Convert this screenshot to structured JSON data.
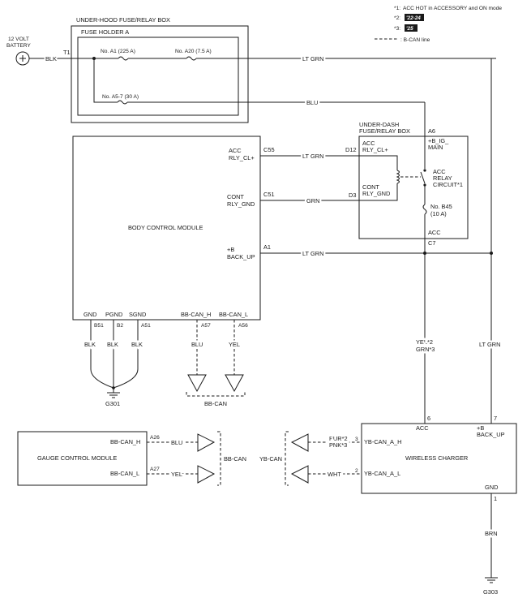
{
  "legend": {
    "note1_key": "*1:",
    "note1_text": "ACC HOT in ACCESSORY and ON mode",
    "note2_key": "*2:",
    "note2_badge": "'22-24",
    "note3_key": "*3:",
    "note3_badge": "'25",
    "dashed_text": ": B-CAN line"
  },
  "battery": {
    "line1": "12 VOLT",
    "line2": "BATTERY",
    "wire": "BLK",
    "terminal": "T1"
  },
  "underhood_box": {
    "title": "UNDER-HOOD FUSE/RELAY BOX",
    "holder": "FUSE HOLDER A",
    "fuse_a1": "No. A1 (225 A)",
    "fuse_a20": "No. A20 (7.5 A)",
    "fuse_a57": "No. A5-7 (30 A)"
  },
  "wires_top": {
    "ltgrn": "LT GRN",
    "blu": "BLU"
  },
  "bcm": {
    "title": "BODY CONTROL MODULE",
    "acc_pin": "ACC",
    "acc_pin2": "RLY_CL+",
    "acc_conn": "C55",
    "acc_wire": "LT GRN",
    "cont_pin": "CONT",
    "cont_pin2": "RLY_GND",
    "cont_conn": "C51",
    "cont_wire": "GRN",
    "backup_pin": "+B",
    "backup_pin2": "BACK_UP",
    "backup_conn": "A1",
    "backup_wire": "LT GRN",
    "gnd": "GND",
    "pgnd": "PGND",
    "sgnd": "SGND",
    "can_h": "BB-CAN_H",
    "can_l": "BB-CAN_L",
    "b51": "B51",
    "b2": "B2",
    "a51": "A51",
    "a57": "A57",
    "a56": "A56",
    "gnd_wire1": "BLK",
    "gnd_wire2": "BLK",
    "gnd_wire3": "BLK",
    "can_wire_h": "BLU",
    "can_wire_l": "YEL",
    "ground": "G301",
    "bbcan": "BB-CAN"
  },
  "underdash_box": {
    "title1": "UNDER-DASH",
    "title2": "FUSE/RELAY BOX",
    "a6": "A6",
    "big_main1": "+B_IG_",
    "big_main2": "MAIN",
    "acc_rly_cl1": "ACC",
    "acc_rly_cl2": "RLY_CL+",
    "d12": "D12",
    "cont_rly1": "CONT",
    "cont_rly2": "RLY_GND",
    "d3": "D3",
    "relay1": "ACC",
    "relay2": "RELAY",
    "relay3": "CIRCUIT*1",
    "fuse_b45_1": "No. B45",
    "fuse_b45_2": "(10 A)",
    "acc_label": "ACC",
    "c7": "C7"
  },
  "charger_wires": {
    "yel": "YEL*2",
    "grn": "GRN*3",
    "ltgrn": "LT GRN"
  },
  "gauge": {
    "title": "GAUGE CONTROL MODULE",
    "can_h": "BB-CAN_H",
    "can_l": "BB-CAN_L",
    "a26": "A26",
    "a27": "A27",
    "wire_h": "BLU",
    "wire_l": "YEL",
    "bbcan": "BB-CAN"
  },
  "charger": {
    "title": "WIRELESS CHARGER",
    "acc": "ACC",
    "pin6": "6",
    "pin7": "7",
    "backup1": "+B",
    "backup2": "BACK_UP",
    "ybcan_h": "YB-CAN_A_H",
    "ybcan_l": "YB-CAN_A_L",
    "pin3": "3",
    "pin2": "2",
    "pin1": "1",
    "gnd": "GND",
    "pur": "PUR*2",
    "pnk": "PNK*3",
    "wht": "WHT",
    "ybcan": "YB-CAN",
    "gnd_wire": "BRN",
    "ground": "G303"
  }
}
